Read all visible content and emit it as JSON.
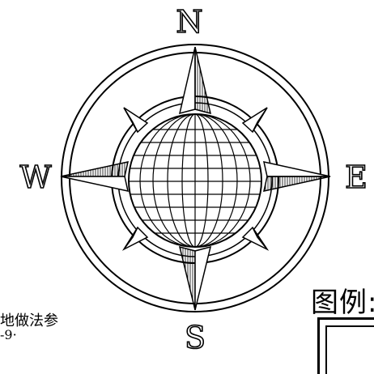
{
  "compass": {
    "north_label": "N",
    "south_label": "S",
    "east_label": "E",
    "west_label": "W"
  },
  "legend": {
    "title": "图例:"
  },
  "note": {
    "line1": "地做法参",
    "line2": "-9·"
  }
}
